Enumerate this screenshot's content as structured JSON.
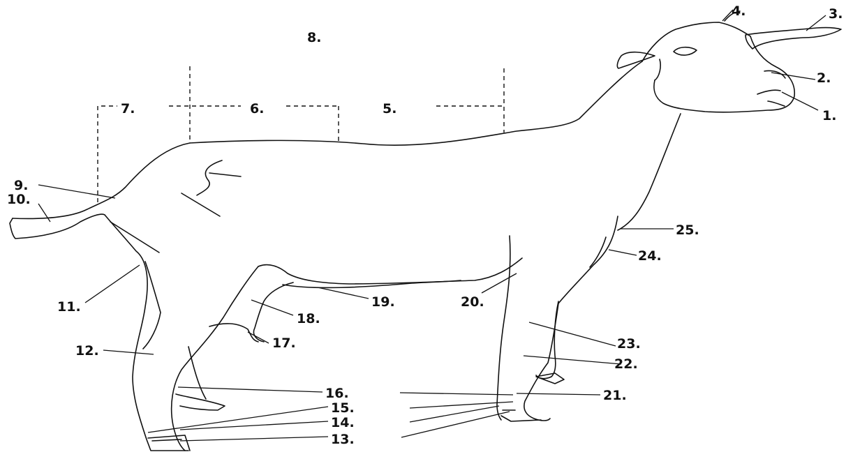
{
  "diagram": {
    "labels": [
      {
        "id": "l1",
        "text": "1."
      },
      {
        "id": "l2",
        "text": "2."
      },
      {
        "id": "l3",
        "text": "3."
      },
      {
        "id": "l4",
        "text": "4."
      },
      {
        "id": "l5",
        "text": "5."
      },
      {
        "id": "l6",
        "text": "6."
      },
      {
        "id": "l7",
        "text": "7."
      },
      {
        "id": "l8",
        "text": "8."
      },
      {
        "id": "l9",
        "text": "9."
      },
      {
        "id": "l10",
        "text": "10."
      },
      {
        "id": "l11",
        "text": "11."
      },
      {
        "id": "l12",
        "text": "12."
      },
      {
        "id": "l13",
        "text": "13."
      },
      {
        "id": "l14",
        "text": "14."
      },
      {
        "id": "l15",
        "text": "15."
      },
      {
        "id": "l16",
        "text": "16."
      },
      {
        "id": "l17",
        "text": "17."
      },
      {
        "id": "l18",
        "text": "18."
      },
      {
        "id": "l19",
        "text": "19."
      },
      {
        "id": "l20",
        "text": "20."
      },
      {
        "id": "l21",
        "text": "21."
      },
      {
        "id": "l22",
        "text": "22."
      },
      {
        "id": "l23",
        "text": "23."
      },
      {
        "id": "l24",
        "text": "24."
      },
      {
        "id": "l25",
        "text": "25."
      }
    ]
  }
}
